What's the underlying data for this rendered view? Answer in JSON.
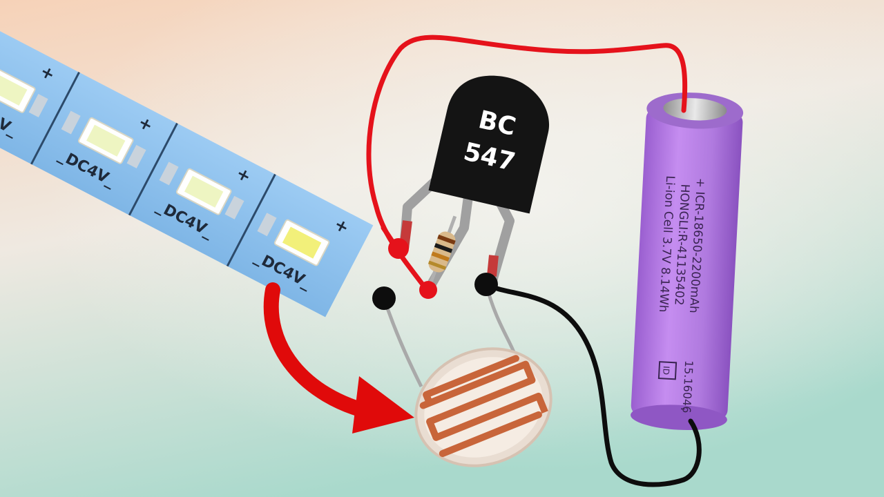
{
  "colors": {
    "bg_top_left": "#f6d2b8",
    "bg_bottom": "#a9d9cc",
    "bg_center": "#eef0ea",
    "strip": "#8cc1ee",
    "transistor": "#141414",
    "battery": "#b97ee3",
    "wire_red": "#e5121b",
    "wire_black": "#0d0d0d",
    "arrow": "#e00a0a",
    "ldr_track": "#c8653a",
    "ldr_body": "#f4e9de"
  },
  "led_strip": {
    "plus_mark": "+",
    "segment_label": "_DC4V_"
  },
  "transistor": {
    "line1": "BC",
    "line2": "547"
  },
  "battery": {
    "text_lines": [
      "+ ICR-18650-2200mAh",
      "HONGLI:R-41135402",
      "Li-ion Cell 3.7V 8.14Wh"
    ],
    "code": "15.16046",
    "logo": "ID",
    "minus_mark": "-"
  },
  "icons": {
    "arrow": "curved-arrow-icon",
    "ldr": "ldr-icon",
    "resistor": "resistor-icon"
  }
}
